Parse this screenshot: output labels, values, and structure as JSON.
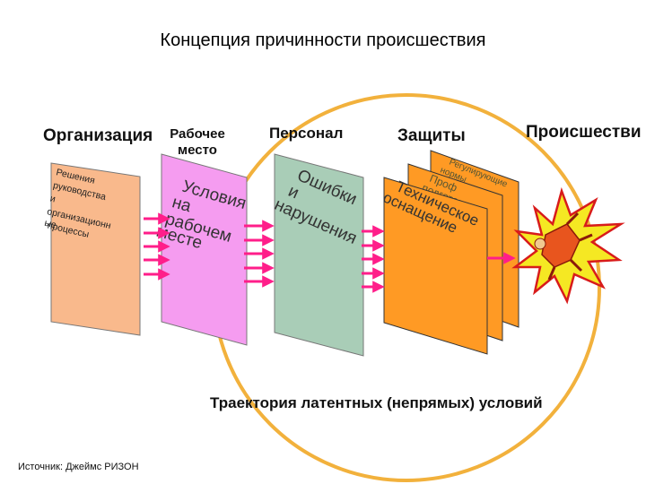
{
  "title": "Концепция причинности происшествия",
  "headers": {
    "organization": "Организация",
    "workplace": "Рабочее место",
    "personnel": "Персонал",
    "defenses": "Защиты",
    "incident": "Происшестви"
  },
  "panels": {
    "organization": [
      "Решения",
      "руководства",
      "и",
      "организационн",
      "ые",
      "процессы"
    ],
    "workplace": [
      "Условия",
      "на",
      "рабочем",
      "месте"
    ],
    "personnel": [
      "Ошибки",
      "и",
      "нарушения"
    ],
    "defenses_back": [
      "Регулирующие",
      "нормы"
    ],
    "defenses_mid": [
      "Проф",
      "подготовк"
    ],
    "defenses_front": [
      "Техническое",
      "оснащение"
    ]
  },
  "trajectory_label": "Траектория латентных (непрямых) условий",
  "source": "Источник: Джеймс РИЗОН",
  "colors": {
    "organization_panel": "#f9b98c",
    "workplace_panel": "#f59cf0",
    "personnel_panel": "#a9cdb7",
    "defense_panel": "#ff9a24",
    "arrow": "#ff1e8a",
    "circle": "#f2b13c",
    "explosion": "#f5e823",
    "explosion_outline": "#d81b1b"
  },
  "icons": [
    "incident-explosion-icon",
    "falling-worker-icon"
  ]
}
